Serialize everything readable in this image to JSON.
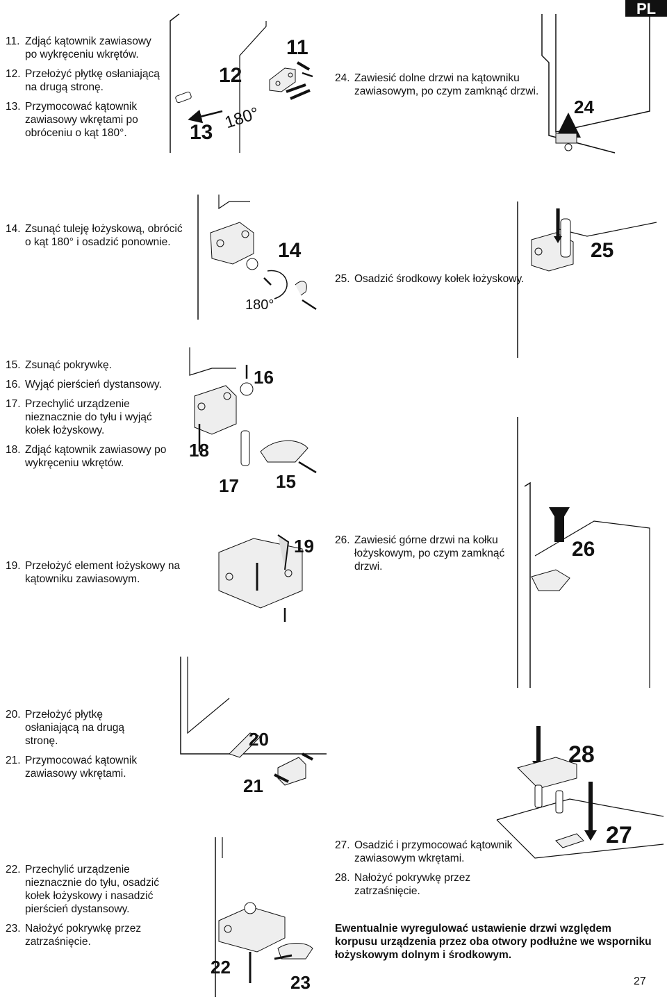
{
  "header": {
    "lang": "PL"
  },
  "blocks": {
    "b1": [
      {
        "num": "11.",
        "text": "Zdjąć kątownik zawiasowy po wykręceniu wkrętów."
      },
      {
        "num": "12.",
        "text": "Przełożyć płytkę osłaniającą na drugą stronę."
      },
      {
        "num": "13.",
        "text": "Przymocować kątownik zawiasowy wkrętami po obróceniu o kąt 180°."
      }
    ],
    "b2": [
      {
        "num": "24.",
        "text": "Zawiesić dolne drzwi na kątowniku zawiasowym, po czym zamknąć drzwi."
      }
    ],
    "b3": [
      {
        "num": "14.",
        "text": "Zsunąć tuleję łożyskową, obrócić o kąt 180° i osadzić ponownie."
      }
    ],
    "b4": [
      {
        "num": "25.",
        "text": "Osadzić środkowy kołek łożyskowy."
      }
    ],
    "b5": [
      {
        "num": "15.",
        "text": "Zsunąć pokrywkę."
      },
      {
        "num": "16.",
        "text": "Wyjąć pierścień dystansowy."
      },
      {
        "num": "17.",
        "text": "Przechylić urządzenie nieznacznie do tyłu i wyjąć kołek łożyskowy."
      },
      {
        "num": "18.",
        "text": "Zdjąć kątownik zawiasowy po wykręceniu wkrętów."
      }
    ],
    "b6": [
      {
        "num": "19.",
        "text": "Przełożyć element łożyskowy na kątowniku zawiasowym."
      }
    ],
    "b7": [
      {
        "num": "26.",
        "text": "Zawiesić górne drzwi na kołku łożyskowym, po czym zamknąć drzwi."
      }
    ],
    "b8": [
      {
        "num": "20.",
        "text": "Przełożyć płytkę osłaniającą na drugą stronę."
      },
      {
        "num": "21.",
        "text": "Przymocować kątownik zawiasowy wkrętami."
      }
    ],
    "b9": [
      {
        "num": "22.",
        "text": "Przechylić urządzenie nieznacznie do tyłu, osadzić kołek łożyskowy i nasadzić pierścień dystansowy."
      },
      {
        "num": "23.",
        "text": "Nałożyć pokrywkę przez zatrzaśnięcie."
      }
    ],
    "b10": [
      {
        "num": "27.",
        "text": "Osadzić i przymocować kątownik zawiasowym wkrętami."
      },
      {
        "num": "28.",
        "text": "Nałożyć pokrywkę przez zatrzaśnięcie."
      }
    ]
  },
  "note": "Ewentualnie wyregulować ustawienie drzwi względem korpusu urządzenia przez oba otwory podłużne we wsporniku łożyskowym dolnym i środkowym.",
  "figures": {
    "f11_13": {
      "n11": "11",
      "n12": "12",
      "n13": "13",
      "angle": "180°"
    },
    "f24": {
      "n24": "24"
    },
    "f14": {
      "n14": "14",
      "angle": "180°"
    },
    "f25": {
      "n25": "25"
    },
    "f15_18": {
      "n15": "15",
      "n16": "16",
      "n17": "17",
      "n18": "18"
    },
    "f19": {
      "n19": "19"
    },
    "f26": {
      "n26": "26"
    },
    "f20_21": {
      "n20": "20",
      "n21": "21"
    },
    "f22_23": {
      "n22": "22",
      "n23": "23"
    },
    "f27_28": {
      "n27": "27",
      "n28": "28"
    }
  },
  "footer": {
    "page": "27"
  }
}
